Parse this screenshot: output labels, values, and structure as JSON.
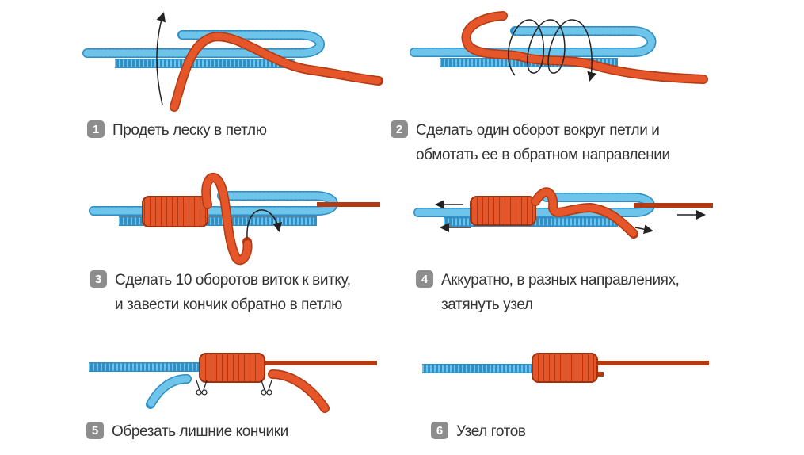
{
  "palette": {
    "blue_line": "#6fc4ea",
    "blue_stroke": "#2f8fc6",
    "orange_line": "#e5572a",
    "orange_stroke": "#b33a12",
    "arrow": "#222222",
    "badge": "#8d8d8d"
  },
  "steps": [
    {
      "number": "1",
      "lines": [
        "Продеть леску в петлю"
      ]
    },
    {
      "number": "2",
      "lines": [
        "Сделать один оборот вокруг петли и",
        "обмотать ее в обратном направлении"
      ]
    },
    {
      "number": "3",
      "lines": [
        "Сделать 10 оборотов виток к витку,",
        "и завести кончик обратно в петлю"
      ]
    },
    {
      "number": "4",
      "lines": [
        "Аккуратно, в разных направлениях,",
        "затянуть узел"
      ]
    },
    {
      "number": "5",
      "lines": [
        "Обрезать лишние кончики"
      ]
    },
    {
      "number": "6",
      "lines": [
        "Узел готов"
      ]
    }
  ]
}
